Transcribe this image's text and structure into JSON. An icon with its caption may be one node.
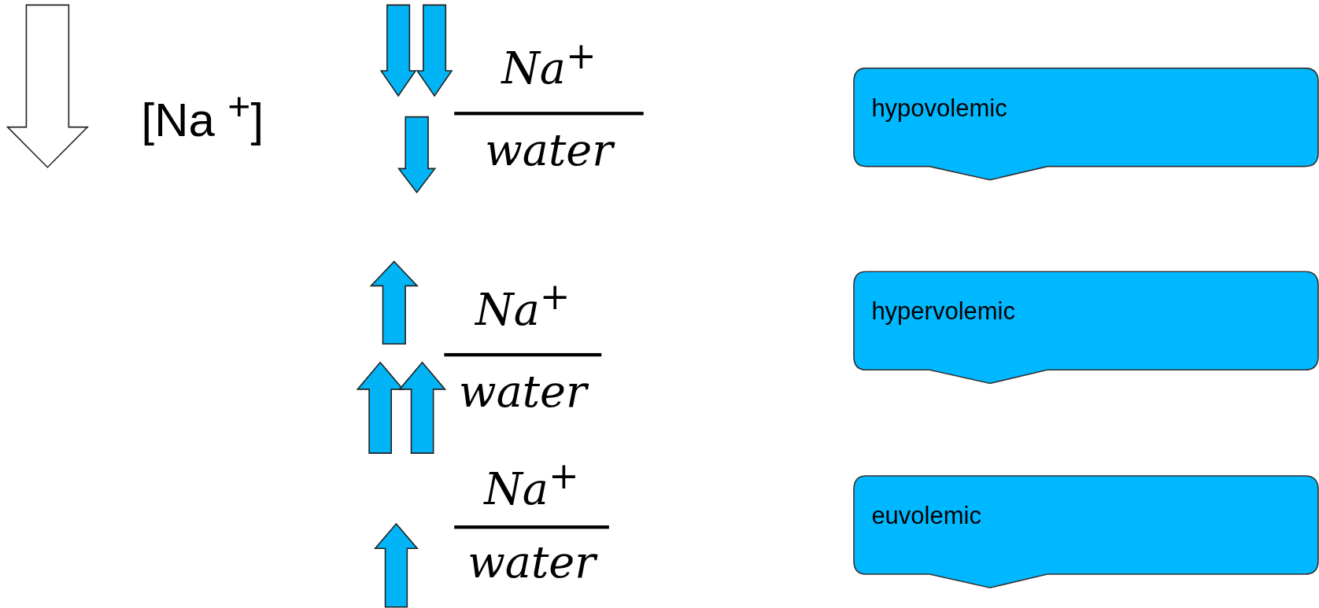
{
  "diagram": {
    "nodes": [
      {
        "text": [
          "hypovolemic"
        ]
      },
      {
        "text": [
          "hypervolemic"
        ]
      },
      {
        "text": [
          "euvolemic"
        ]
      }
    ],
    "labels": [
      "[Na $^{+}$]",
      "Na$^{+}$",
      "water",
      "Na$^{+}$",
      "water",
      "Na$^{+}$",
      "water"
    ]
  }
}
